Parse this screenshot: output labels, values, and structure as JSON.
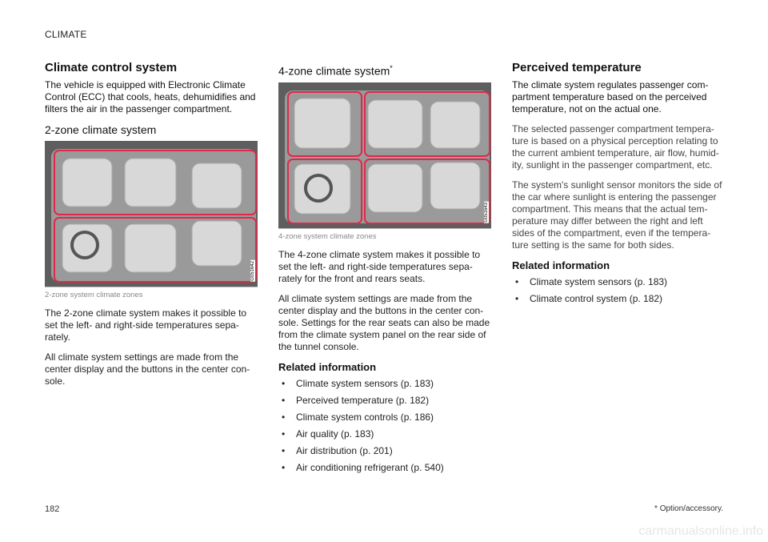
{
  "header": {
    "section": "CLIMATE"
  },
  "col1": {
    "title": "Climate control system",
    "intro": "The vehicle is equipped with Electronic Climate Control (ECC) that cools, heats, dehumidifies and filters the air in the passenger compartment.",
    "subtitle": "2-zone climate system",
    "image_code": "G051642",
    "caption": "2-zone system climate zones",
    "para1": "The 2-zone climate system makes it possible to set the left- and right-side temperatures sepa-rately.",
    "para2": "All climate system settings are made from the center display and the buttons in the center con-sole."
  },
  "col2": {
    "subtitle": "4-zone climate system",
    "subtitle_mark": "*",
    "image_code": "G051643",
    "caption": "4-zone system climate zones",
    "para1": "The 4-zone climate system makes it possible to set the left- and right-side temperatures sepa-rately for the front and rears seats.",
    "para2": "All climate system settings are made from the center display and the buttons in the center con-sole. Settings for the rear seats can also be made from the climate system panel on the rear side of the tunnel console.",
    "related_heading": "Related information",
    "related": [
      "Climate system sensors (p. 183)",
      "Perceived temperature (p. 182)",
      "Climate system controls (p. 186)",
      "Air quality (p. 183)",
      "Air distribution (p. 201)",
      "Air conditioning refrigerant (p. 540)"
    ]
  },
  "col3": {
    "title": "Perceived temperature",
    "intro": "The climate system regulates passenger com-partment temperature based on the perceived temperature, not on the actual one.",
    "para1": "The selected passenger compartment tempera-ture is based on a physical perception relating to the current ambient temperature, air flow, humid-ity, sunlight in the passenger compartment, etc.",
    "para2": "The system's sunlight sensor monitors the side of the car where sunlight is entering the passenger compartment. This means that the actual tem-perature may differ between the right and left sides of the compartment, even if the tempera-ture setting is the same for both sides.",
    "related_heading": "Related information",
    "related": [
      "Climate system sensors (p. 183)",
      "Climate control system (p. 182)"
    ]
  },
  "footer": {
    "page_number": "182",
    "footnote": "* Option/accessory.",
    "watermark": "carmanualsonline.info"
  },
  "colors": {
    "zone_outline": "#e0294a",
    "interior_bg": "#6f6f6f",
    "seat": "#d8d8d8"
  }
}
